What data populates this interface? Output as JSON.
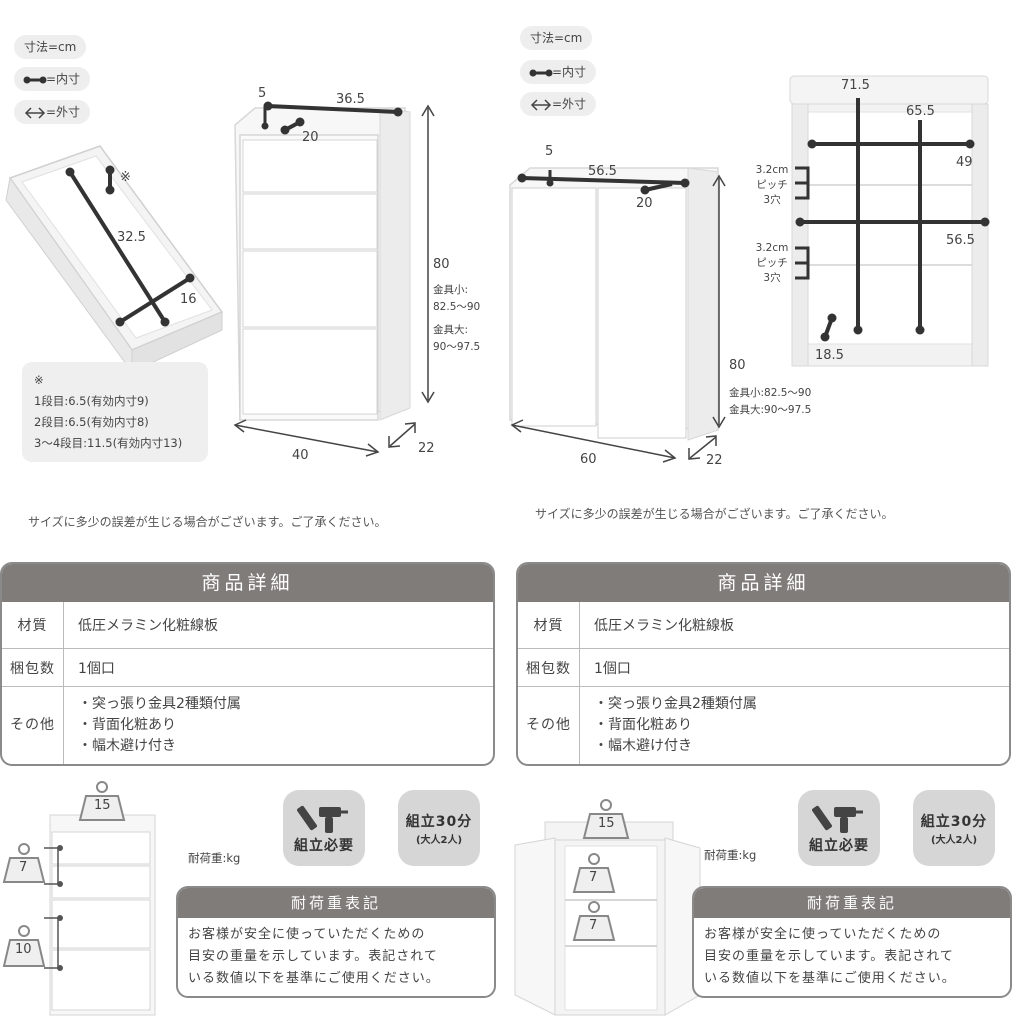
{
  "legend": {
    "unit": "寸法=cm",
    "inner": "=内寸",
    "outer": "=外寸"
  },
  "left_dims": {
    "top_thick": "5",
    "top_inner_width": "36.5",
    "top_depth": "20",
    "drawer_length": "32.5",
    "drawer_width": "16",
    "asterisk": "※",
    "height": "80",
    "hw_small_label": "金具小:",
    "hw_small_range": "82.5〜90",
    "hw_large_label": "金具大:",
    "hw_large_range": "90〜97.5",
    "width": "40",
    "depth": "22"
  },
  "footnote": {
    "mark": "※",
    "lines": [
      "1段目:6.5(有効内寸9)",
      "2段目:6.5(有効内寸8)",
      "3〜4段目:11.5(有効内寸13)"
    ]
  },
  "right_dims": {
    "top_thick": "5",
    "top_inner_width": "56.5",
    "top_depth": "20",
    "height": "80",
    "hw_small": "金具小:82.5〜90",
    "hw_large": "金具大:90〜97.5",
    "width": "60",
    "depth": "22",
    "open_height": "71.5",
    "open_width": "65.5",
    "shelf_depth": "49",
    "shelf_width": "56.5",
    "foot_gap": "18.5",
    "pitch1": [
      "3.2cm",
      "ピッチ",
      "3穴"
    ],
    "pitch2": [
      "3.2cm",
      "ピッチ",
      "3穴"
    ]
  },
  "notes": {
    "size_note": "サイズに多少の誤差が生じる場合がございます。ご了承ください。"
  },
  "details": {
    "title": "商品詳細",
    "rows": [
      {
        "label": "材質",
        "values": [
          "低圧メラミン化粧線板"
        ]
      },
      {
        "label": "梱包数",
        "values": [
          "1個口"
        ]
      },
      {
        "label": "その他",
        "values": [
          "・突っ張り金具2種類付属",
          "・背面化粧あり",
          "・幅木避け付き"
        ]
      }
    ]
  },
  "badges": {
    "assembly_required": "組立必要",
    "assembly_time": "組立30分",
    "assembly_people": "(大人2人)"
  },
  "load": {
    "unit_label": "耐荷重:kg",
    "title": "耐荷重表記",
    "lines": [
      "お客様が安全に使っていただくための",
      "目安の重量を示しています。表記されて",
      "いる数値以下を基準にご使用ください。"
    ],
    "left_weights": [
      "15",
      "7",
      "10"
    ],
    "right_weights": [
      "15",
      "7",
      "7"
    ]
  },
  "colors": {
    "header_bg": "#807c7a",
    "badge_bg": "#d6d6d6",
    "line": "#333333"
  }
}
